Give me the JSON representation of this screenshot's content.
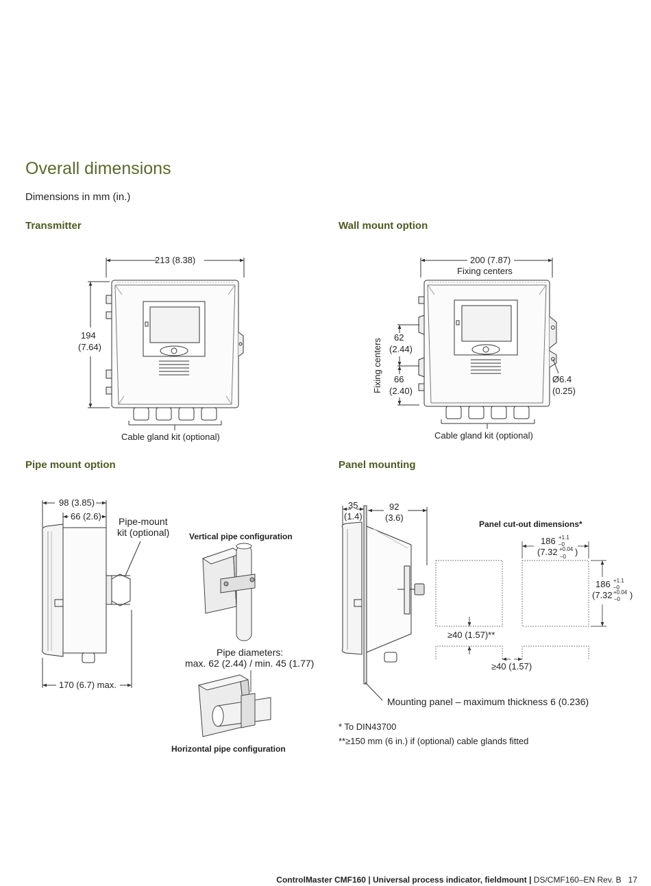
{
  "title": "Overall dimensions",
  "subtitle": "Dimensions in mm (in.)",
  "sections": {
    "transmitter": "Transmitter",
    "wall": "Wall mount option",
    "pipe": "Pipe mount option",
    "panel": "Panel mounting"
  },
  "transmitter": {
    "width_dim": "213 (8.38)",
    "height_dim_1": "194",
    "height_dim_2": "(7.64)",
    "gland_label": "Cable gland kit (optional)"
  },
  "wall": {
    "width_dim": "200 (7.87)",
    "fixing_centers_top": "Fixing centers",
    "fixing_centers_side": "Fixing centers",
    "dim_62": "62",
    "dim_62_in": "(2.44)",
    "dim_66": "66",
    "dim_66_in": "(2.40)",
    "hole_dim": "Ø6.4",
    "hole_dim_in": "(0.25)",
    "gland_label": "Cable gland kit (optional)"
  },
  "pipe": {
    "dim_98": "98 (3.85)",
    "dim_66": "66 (2.6)",
    "kit_1": "Pipe-mount",
    "kit_2": "kit (optional)",
    "dim_170": "170 (6.7) max.",
    "vertical_label": "Vertical pipe configuration",
    "diam_label_1": "Pipe diameters:",
    "diam_label_2": "max. 62 (2.44) / min. 45 (1.77)",
    "horizontal_label": "Horizontal pipe configuration"
  },
  "panel": {
    "dim_35": "35",
    "dim_35_in": "(1.4)",
    "dim_92": "92",
    "dim_92_in": "(3.6)",
    "cutout_title": "Panel cut-out dimensions*",
    "cut_w": "186",
    "cut_w_tol_plus": "+1.1",
    "cut_w_tol_minus": "–0",
    "cut_w_in": "(7.32",
    "cut_w_in_tol_plus": "+0.04",
    "cut_w_in_tol_minus": "–0",
    "cut_h": "186",
    "cut_h_tol_plus": "+1.1",
    "cut_h_tol_minus": "–0",
    "cut_h_in": "(7.32",
    "cut_h_in_tol_plus": "+0.04",
    "cut_h_in_tol_minus": "–0",
    "close_paren": ")",
    "gap_1": "≥40 (1.57)**",
    "gap_2": "≥40 (1.57)",
    "mounting_panel": "Mounting panel – maximum thickness 6 (0.236)",
    "note_1": "* To DIN43700",
    "note_2": "**≥150 mm (6 in.) if (optional) cable glands fitted"
  },
  "footer": {
    "product": "ControlMaster CMF160",
    "sep1": "|",
    "desc": "Universal process indicator, fieldmount",
    "sep2": "|",
    "doc": "DS/CMF160–EN Rev. B",
    "page": "17"
  }
}
